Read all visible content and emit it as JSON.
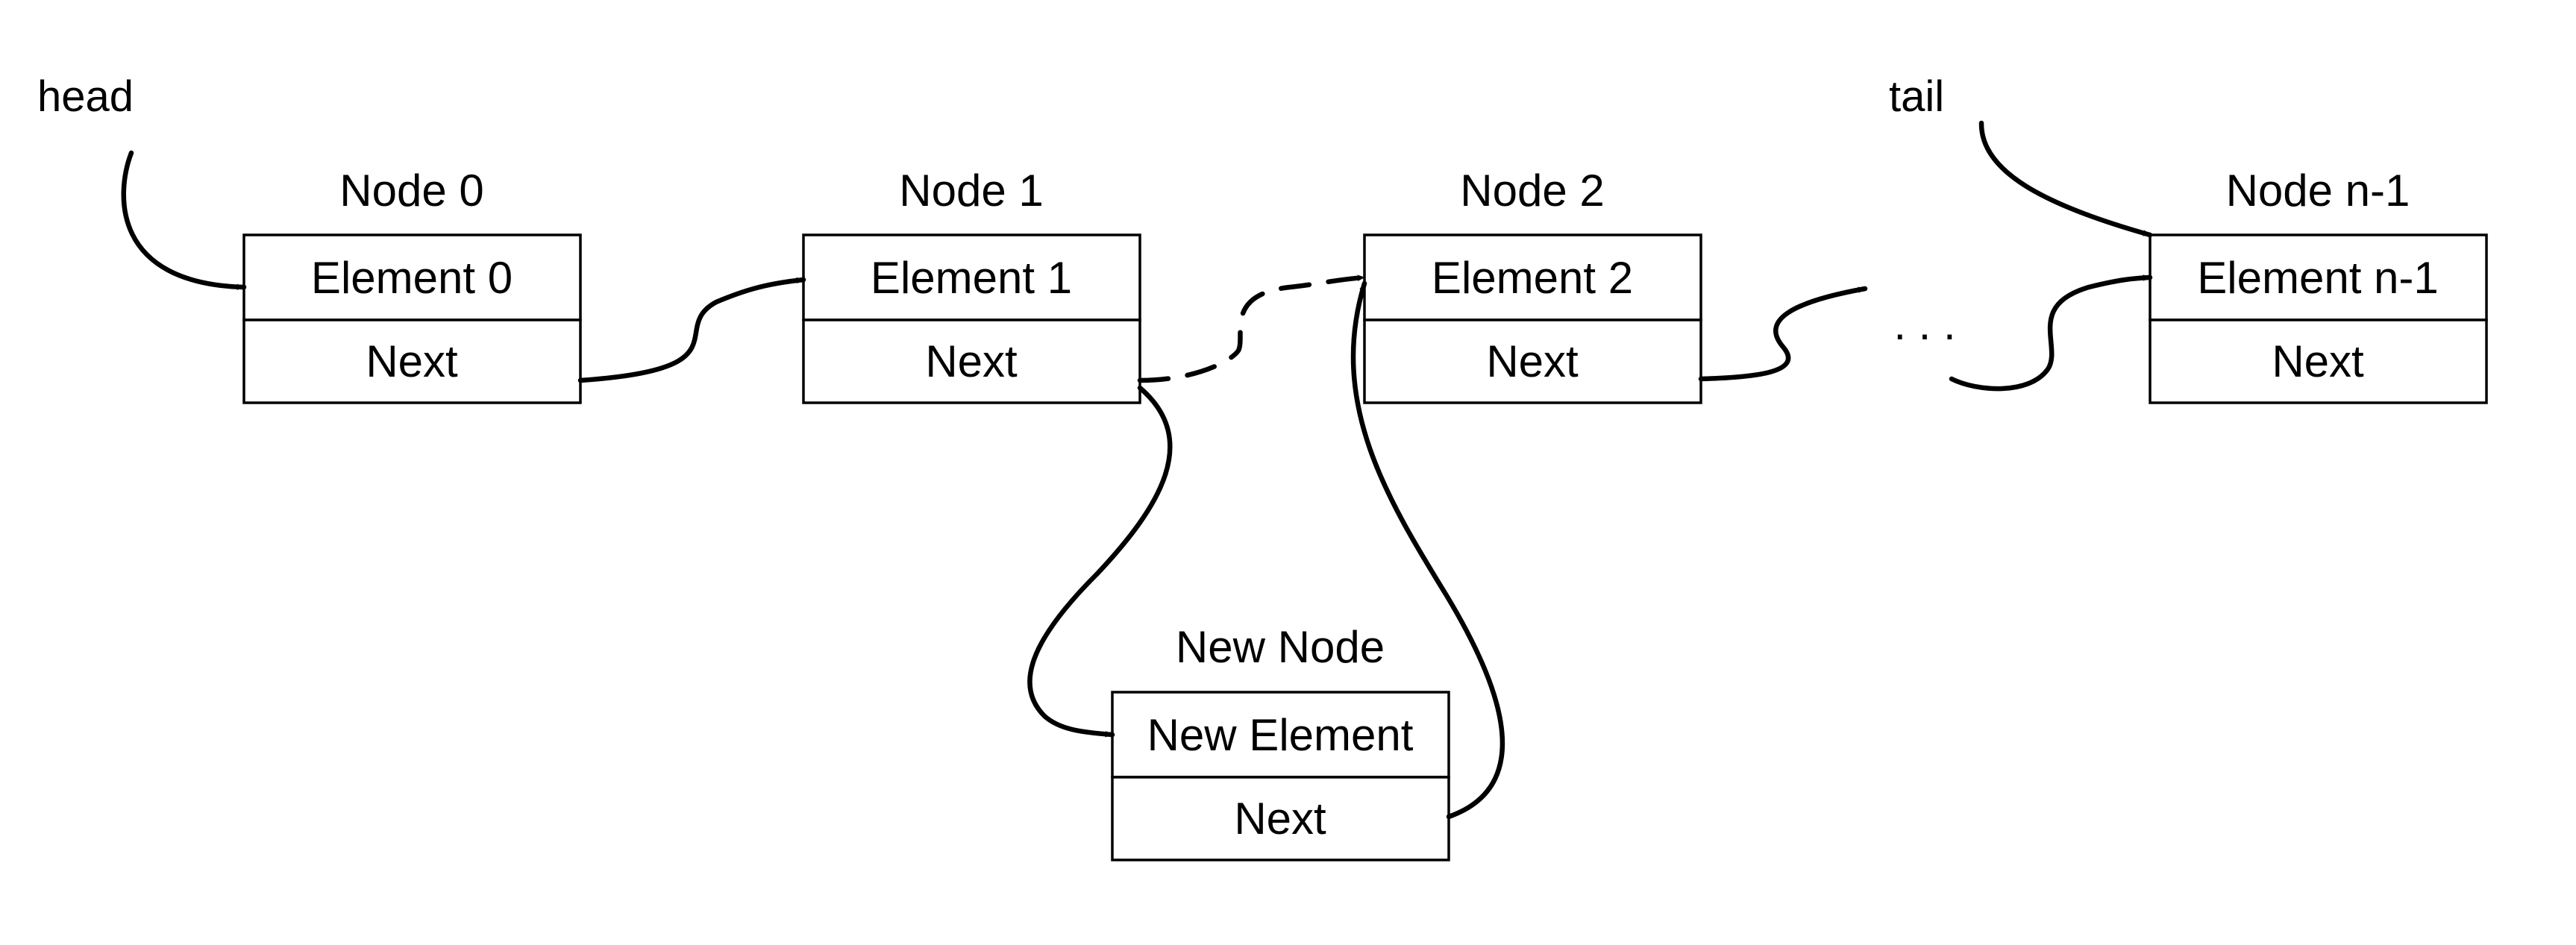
{
  "pointers": {
    "head": "head",
    "tail": "tail"
  },
  "nodes": [
    {
      "title": "Node 0",
      "element": "Element 0",
      "next": "Next"
    },
    {
      "title": "Node 1",
      "element": "Element 1",
      "next": "Next"
    },
    {
      "title": "Node 2",
      "element": "Element 2",
      "next": "Next"
    },
    {
      "title": "Node n-1",
      "element": "Element n-1",
      "next": "Next"
    }
  ],
  "new_node": {
    "title": "New Node",
    "element": "New Element",
    "next": "Next"
  },
  "ellipsis": ". . .",
  "colors": {
    "stroke": "#000000",
    "background": "#ffffff"
  }
}
